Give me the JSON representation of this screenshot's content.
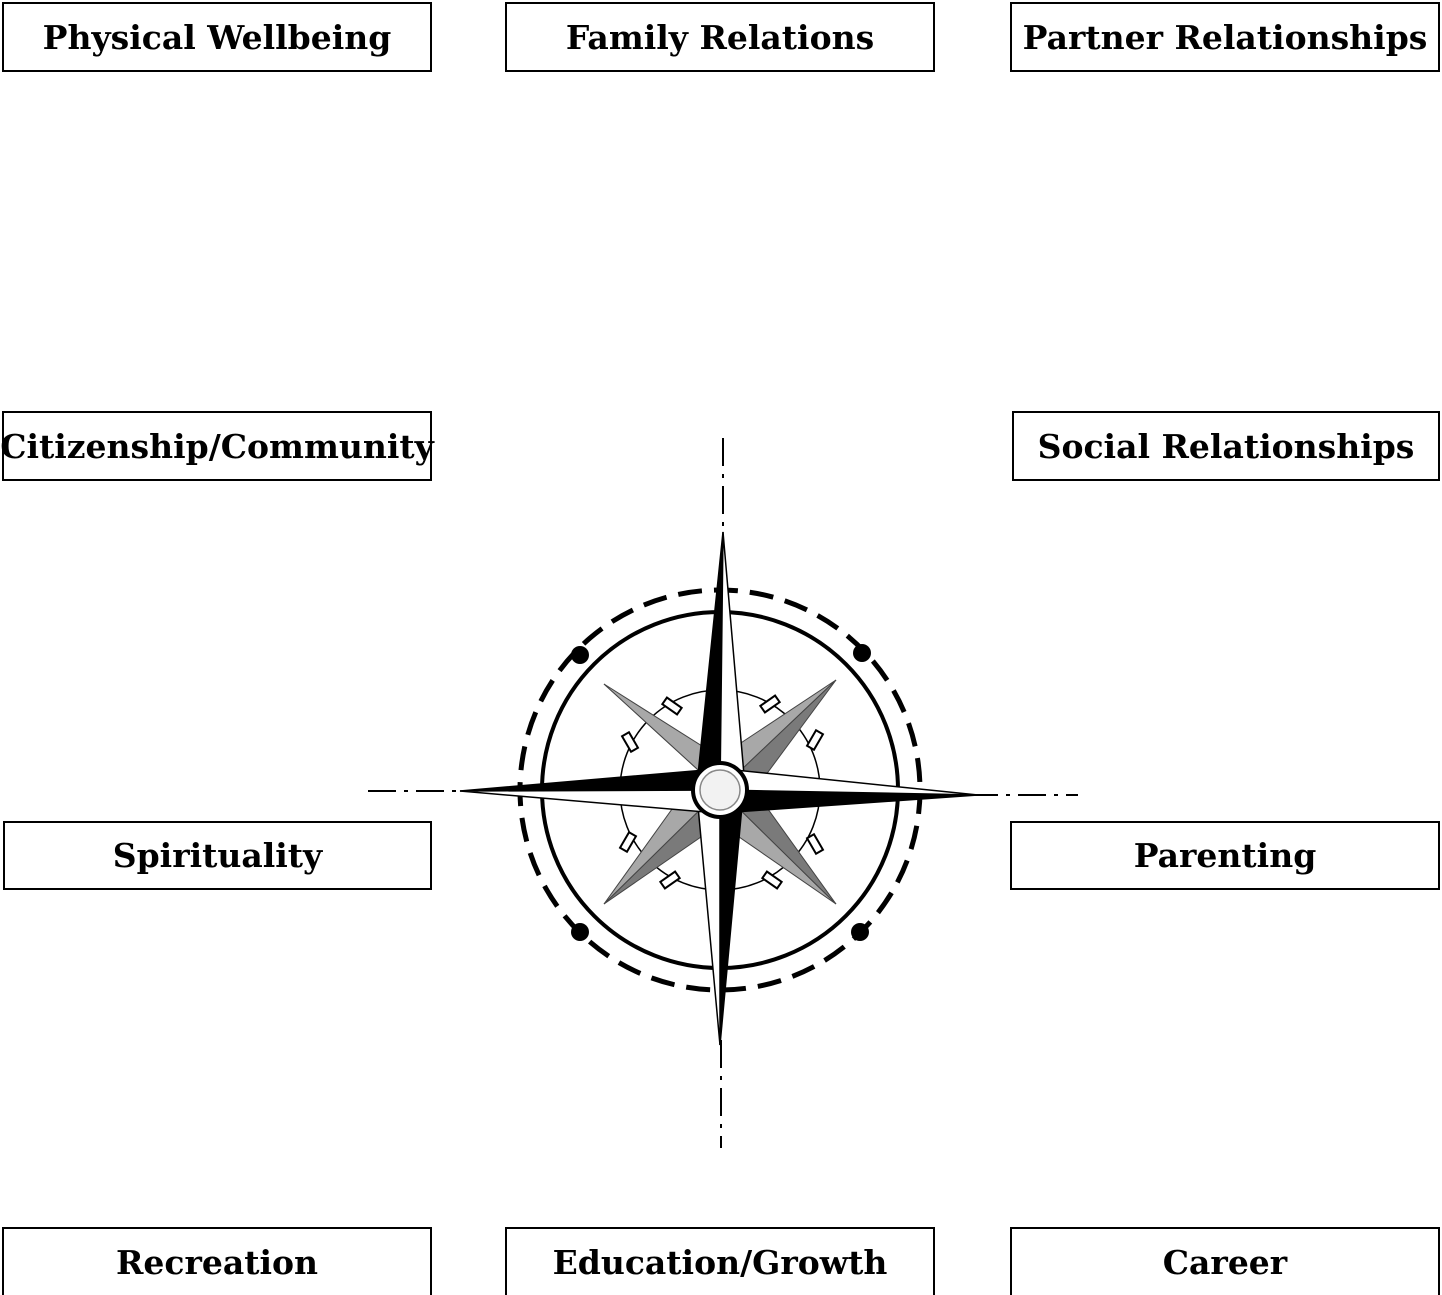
{
  "domains": {
    "physical_wellbeing": "Physical Wellbeing",
    "family_relations": "Family Relations",
    "partner_relationships": "Partner Relationships",
    "citizenship_community": "Citizenship/Community",
    "social_relationships": "Social Relationships",
    "spirituality": "Spirituality",
    "parenting": "Parenting",
    "recreation": "Recreation",
    "education_growth": "Education/Growth",
    "career": "Career"
  },
  "graphic": {
    "icon": "compass-rose-icon",
    "colors": {
      "primary": "#000000",
      "secondary_points": "#808080",
      "background": "#ffffff"
    }
  }
}
